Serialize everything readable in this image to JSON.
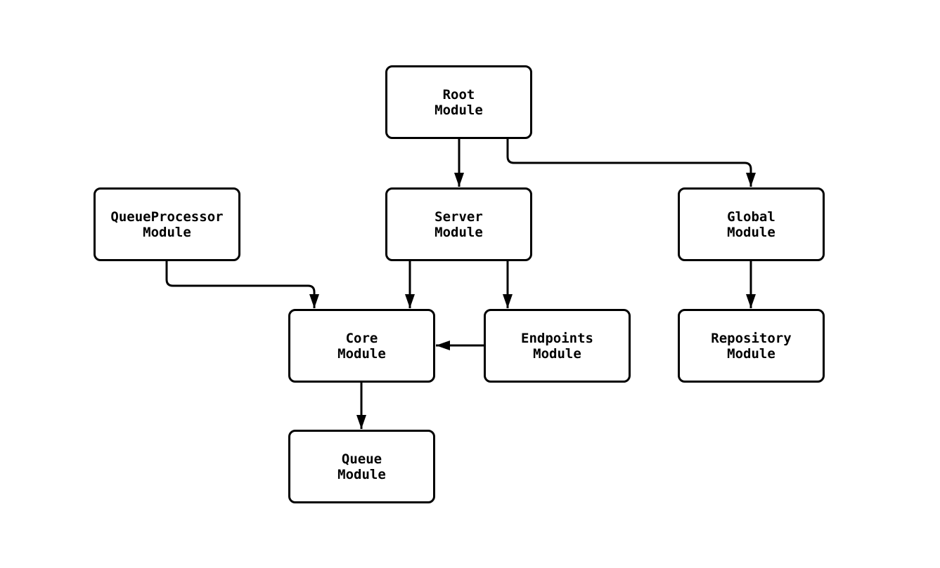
{
  "diagram": {
    "type": "module-dependency-graph",
    "background_color": "#ffffff",
    "stroke_color": "#000000",
    "node_fill_color": "#ffffff",
    "nodes": {
      "root": {
        "label": "Root\nModule"
      },
      "server": {
        "label": "Server\nModule"
      },
      "queue_processor": {
        "label": "QueueProcessor\nModule"
      },
      "global": {
        "label": "Global\nModule"
      },
      "core": {
        "label": "Core\nModule"
      },
      "endpoints": {
        "label": "Endpoints\nModule"
      },
      "repository": {
        "label": "Repository\nModule"
      },
      "queue": {
        "label": "Queue\nModule"
      }
    },
    "edges": [
      {
        "from": "root",
        "to": "server"
      },
      {
        "from": "root",
        "to": "global"
      },
      {
        "from": "queue_processor",
        "to": "core"
      },
      {
        "from": "server",
        "to": "core"
      },
      {
        "from": "server",
        "to": "endpoints"
      },
      {
        "from": "endpoints",
        "to": "core"
      },
      {
        "from": "global",
        "to": "repository"
      },
      {
        "from": "core",
        "to": "queue"
      }
    ]
  }
}
